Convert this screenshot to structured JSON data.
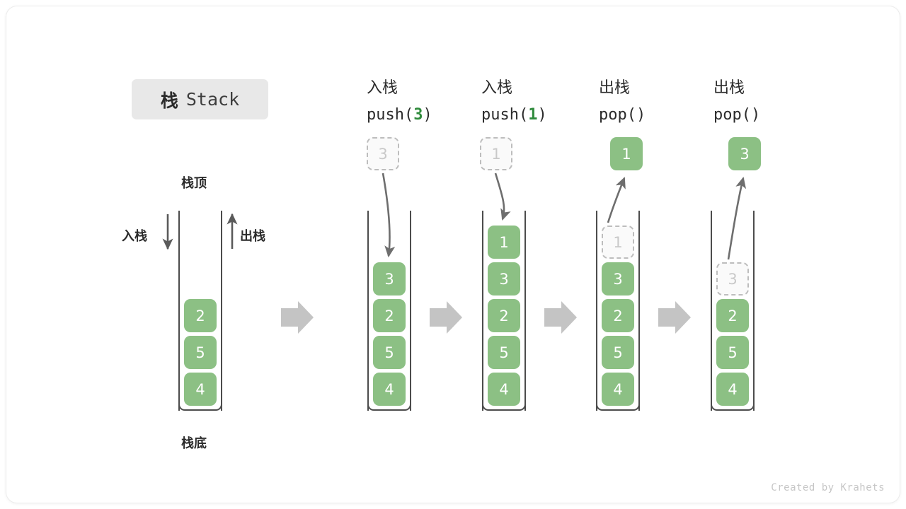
{
  "title": {
    "cn": "栈",
    "en": "Stack"
  },
  "labels": {
    "top": "栈顶",
    "bottom": "栈底",
    "push": "入栈",
    "pop": "出栈"
  },
  "footer": "Created by Krahets",
  "colors": {
    "cell_fill": "#8cc084",
    "cell_text": "#ffffff",
    "ghost_fill": "#fafafa",
    "ghost_border": "#bdbdbd",
    "ghost_text": "#c9c9c9",
    "wall": "#4c4c4c",
    "step_arrow": "#c4c4c4",
    "curve_arrow": "#6e6e6e",
    "accent_green": "#2f8b3c",
    "chip_bg": "#e8e8e8"
  },
  "operations": [
    {
      "cn": "入栈",
      "code_prefix": "push(",
      "arg": "3",
      "code_suffix": ")"
    },
    {
      "cn": "入栈",
      "code_prefix": "push(",
      "arg": "1",
      "code_suffix": ")"
    },
    {
      "cn": "出栈",
      "code_prefix": "pop(",
      "arg": "",
      "code_suffix": ")"
    },
    {
      "cn": "出栈",
      "code_prefix": "pop(",
      "arg": "",
      "code_suffix": ")"
    }
  ],
  "stacks": [
    {
      "name": "initial",
      "cells": [
        "2",
        "5",
        "4"
      ]
    },
    {
      "name": "after-push-3",
      "cells": [
        "3",
        "2",
        "5",
        "4"
      ]
    },
    {
      "name": "after-push-1",
      "cells": [
        "1",
        "3",
        "2",
        "5",
        "4"
      ]
    },
    {
      "name": "before-pop-1",
      "ghost": "1",
      "cells": [
        "3",
        "2",
        "5",
        "4"
      ]
    },
    {
      "name": "before-pop-3",
      "ghost": "3",
      "cells": [
        "2",
        "5",
        "4"
      ]
    }
  ],
  "floating_cells": [
    {
      "name": "incoming-3",
      "value": "3",
      "kind": "ghost"
    },
    {
      "name": "incoming-1",
      "value": "1",
      "kind": "ghost"
    },
    {
      "name": "popped-1",
      "value": "1",
      "kind": "solid"
    },
    {
      "name": "popped-3",
      "value": "3",
      "kind": "solid"
    }
  ]
}
